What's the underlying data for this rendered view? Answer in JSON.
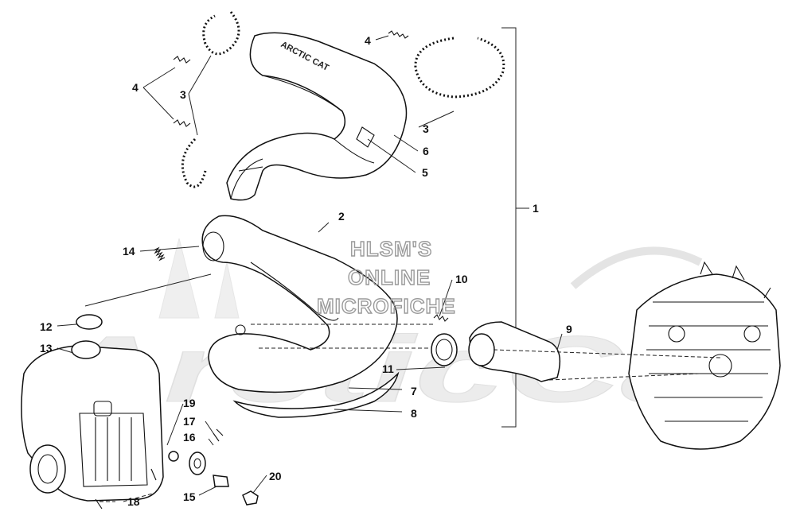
{
  "watermark": {
    "lines": [
      "HLSM'S",
      "ONLINE",
      "MICROFICHE"
    ],
    "brand": "ArcticCat"
  },
  "decal_text": "ARCTIC CAT",
  "callouts": [
    {
      "id": "1",
      "label": "1"
    },
    {
      "id": "2",
      "label": "2"
    },
    {
      "id": "3a",
      "label": "3"
    },
    {
      "id": "3b",
      "label": "3"
    },
    {
      "id": "4a",
      "label": "4"
    },
    {
      "id": "4b",
      "label": "4"
    },
    {
      "id": "5",
      "label": "5"
    },
    {
      "id": "6",
      "label": "6"
    },
    {
      "id": "7",
      "label": "7"
    },
    {
      "id": "8",
      "label": "8"
    },
    {
      "id": "9",
      "label": "9"
    },
    {
      "id": "10",
      "label": "10"
    },
    {
      "id": "11",
      "label": "11"
    },
    {
      "id": "12",
      "label": "12"
    },
    {
      "id": "13",
      "label": "13"
    },
    {
      "id": "14",
      "label": "14"
    },
    {
      "id": "15",
      "label": "15"
    },
    {
      "id": "16",
      "label": "16"
    },
    {
      "id": "17",
      "label": "17"
    },
    {
      "id": "18",
      "label": "18"
    },
    {
      "id": "19",
      "label": "19"
    },
    {
      "id": "20",
      "label": "20"
    }
  ]
}
